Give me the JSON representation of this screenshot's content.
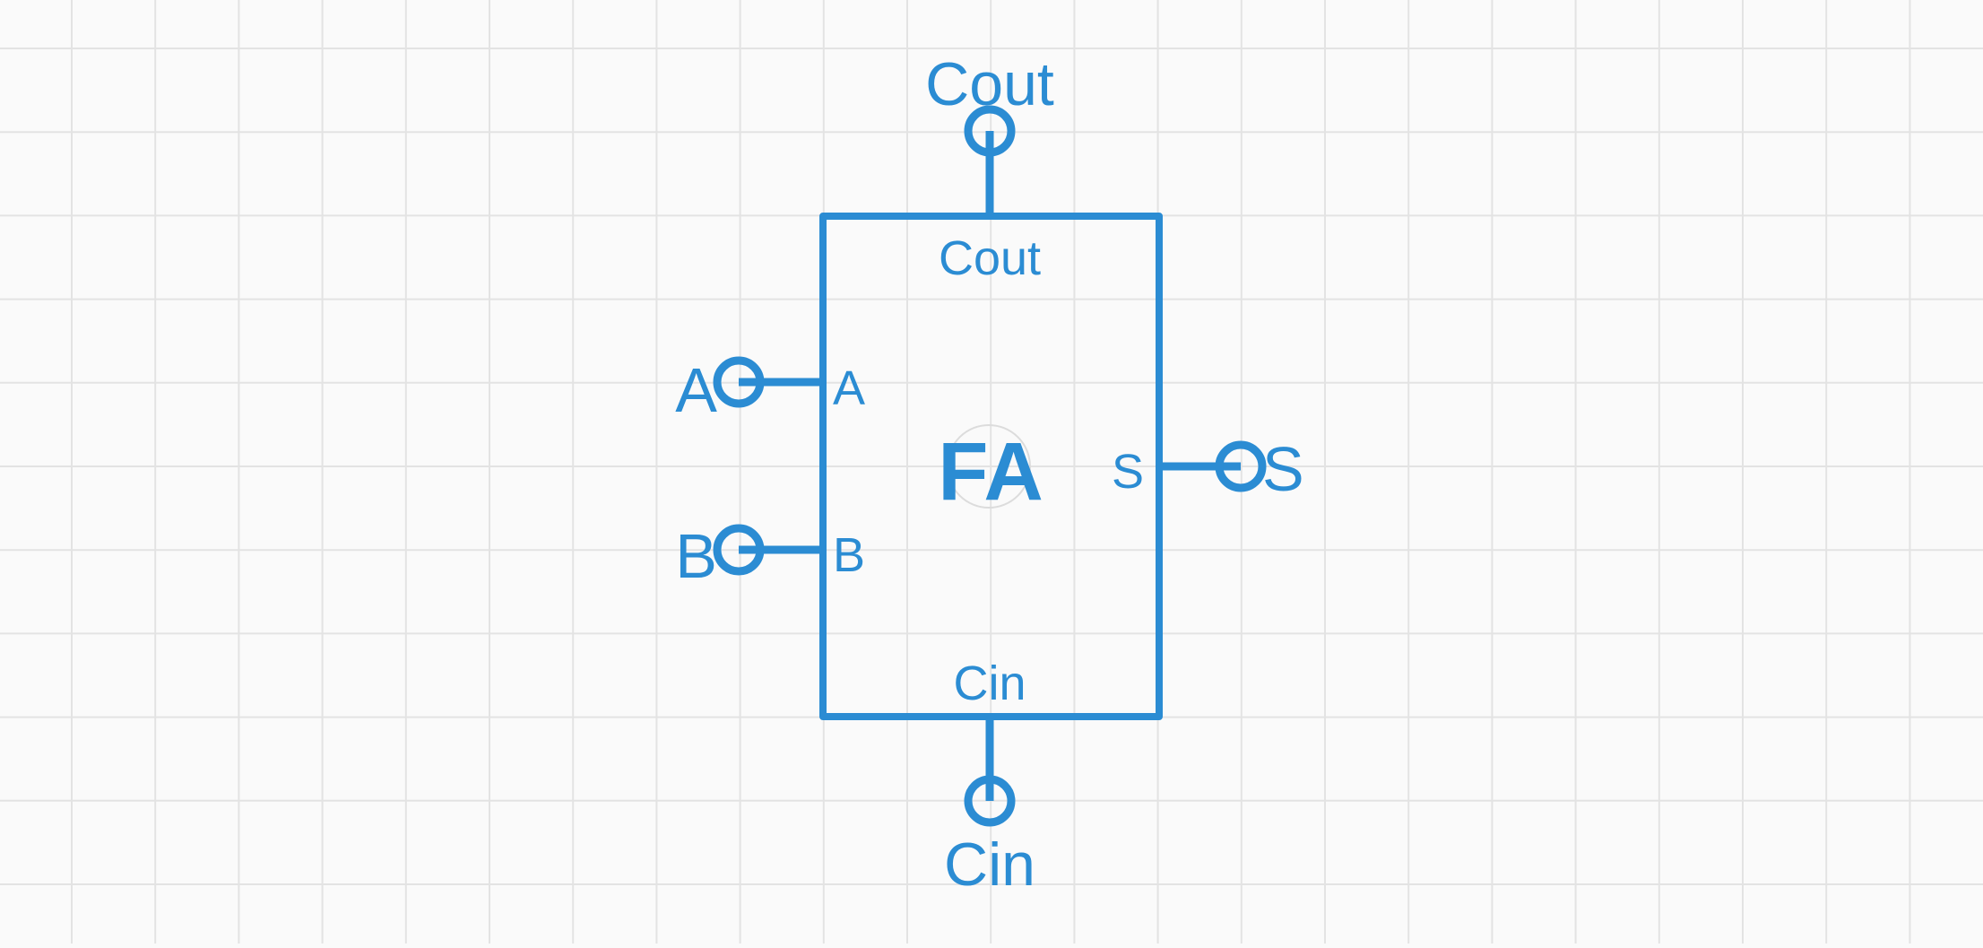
{
  "canvas": {
    "background": "#fafafa",
    "grid_color": "#e3e3e3"
  },
  "component": {
    "title": "FA",
    "accent_color": "#2b8cd3",
    "inner_labels": {
      "top": "Cout",
      "left_a": "A",
      "left_b": "B",
      "right_s": "S",
      "bottom": "Cin"
    }
  },
  "pins": {
    "cout": {
      "label": "Cout"
    },
    "a": {
      "label": "A"
    },
    "b": {
      "label": "B"
    },
    "s": {
      "label": "S"
    },
    "cin": {
      "label": "Cin"
    }
  }
}
